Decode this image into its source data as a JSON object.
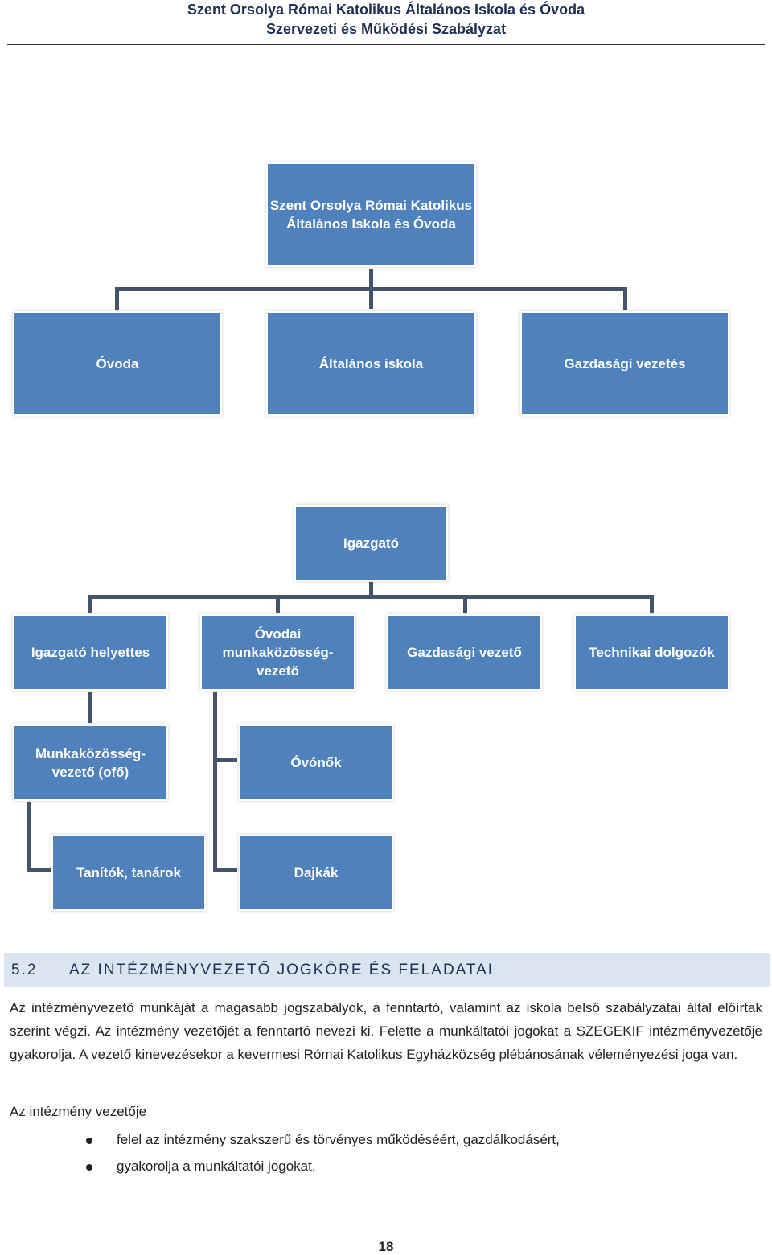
{
  "header": {
    "line1": "Szent Orsolya Római Katolikus Általános Iskola és Óvoda",
    "line2": "Szervezeti és Működési Szabályzat"
  },
  "chart1": {
    "root": "Szent Orsolya Római Katolikus\nÁltalános Iskola és Óvoda",
    "children": [
      "Óvoda",
      "Általános iskola",
      "Gazdasági vezetés"
    ]
  },
  "chart2": {
    "root": "Igazgató",
    "level1": [
      "Igazgató helyettes",
      "Óvodai\nmunkaközösség-\nvezető",
      "Gazdasági vezető",
      "Technikai dolgozók"
    ],
    "munkakozosseg": "Munkaközösség-\nvezető (ofő)",
    "tanitok": "Tanítók, tanárok",
    "ovonok": "Óvónők",
    "dajkak": "Dajkák"
  },
  "section": {
    "number": "5.2",
    "title": "AZ INTÉZMÉNYVEZETŐ JOGKÖRE ÉS FELADATAI"
  },
  "paragraph1": "Az intézményvezető munkáját a magasabb jogszabályok, a fenntartó, valamint az iskola belső szabályzatai által előírtak szerint végzi. Az intézmény vezetőjét a fenntartó nevezi ki. Felette a munkáltatói jogokat a SZEGEKIF intézményvezetője gyakorolja. A vezető kinevezésekor a kevermesi Római Katolikus Egyházközség plébánosának véleményezési joga van.",
  "paragraph2": "Az intézmény vezetője",
  "bullets": [
    "felel az intézmény szakszerű és törvényes működéséért, gazdálkodásért,",
    "gyakorolja a munkáltatói jogokat,"
  ],
  "page_number": "18"
}
